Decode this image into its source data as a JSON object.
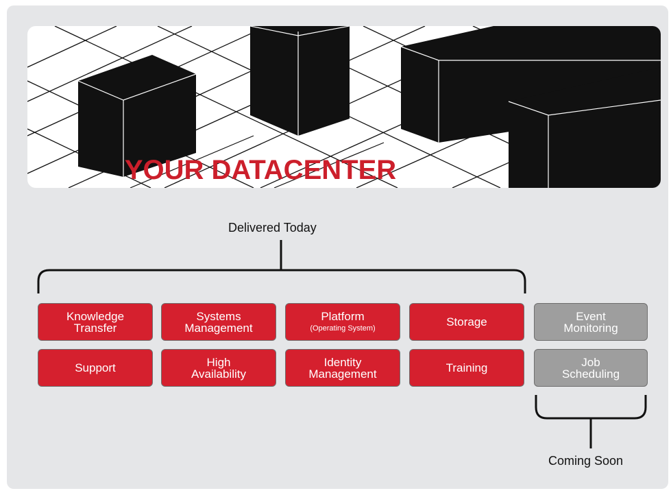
{
  "banner": {
    "title": "YOUR DATACENTER"
  },
  "delivered": {
    "label": "Delivered Today",
    "items": [
      {
        "line1": "Knowledge",
        "line2": "Transfer"
      },
      {
        "line1": "Systems",
        "line2": "Management"
      },
      {
        "line1": "Platform",
        "sub": "(Operating System)"
      },
      {
        "line1": "Storage"
      },
      {
        "line1": "Support"
      },
      {
        "line1": "High",
        "line2": "Availability"
      },
      {
        "line1": "Identity",
        "line2": "Management"
      },
      {
        "line1": "Training"
      }
    ]
  },
  "coming": {
    "label": "Coming Soon",
    "items": [
      {
        "line1": "Event",
        "line2": "Monitoring"
      },
      {
        "line1": "Job",
        "line2": "Scheduling"
      }
    ]
  },
  "colors": {
    "panel": "#e5e6e8",
    "delivered_box": "#d5202e",
    "coming_box": "#9e9e9e",
    "title": "#cc1f2b"
  }
}
